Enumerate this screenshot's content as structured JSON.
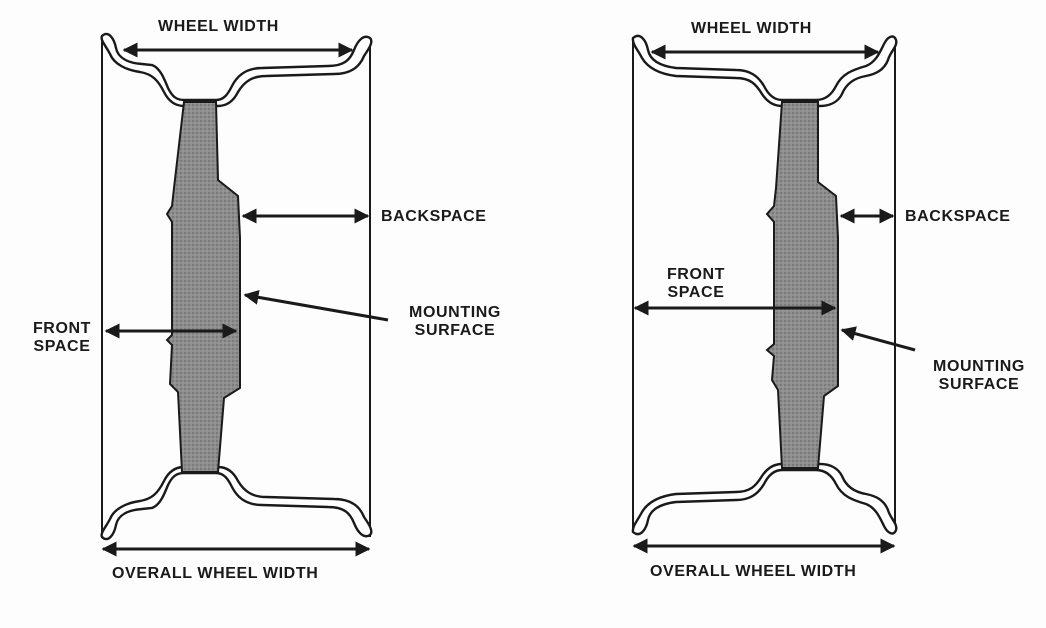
{
  "left_diagram": {
    "wheel_width": "WHEEL WIDTH",
    "backspace": "BACKSPACE",
    "front_space_line1": "FRONT",
    "front_space_line2": "SPACE",
    "mounting_surface_line1": "MOUNTING",
    "mounting_surface_line2": "SURFACE",
    "overall_wheel_width": "OVERALL WHEEL WIDTH"
  },
  "right_diagram": {
    "wheel_width": "WHEEL WIDTH",
    "backspace": "BACKSPACE",
    "front_space_line1": "FRONT",
    "front_space_line2": "SPACE",
    "mounting_surface_line1": "MOUNTING",
    "mounting_surface_line2": "SURFACE",
    "overall_wheel_width": "OVERALL WHEEL WIDTH"
  },
  "colors": {
    "ink": "#1a1a1a",
    "disc_fill": "#8c8c8c",
    "background": "#fdfdfd"
  }
}
